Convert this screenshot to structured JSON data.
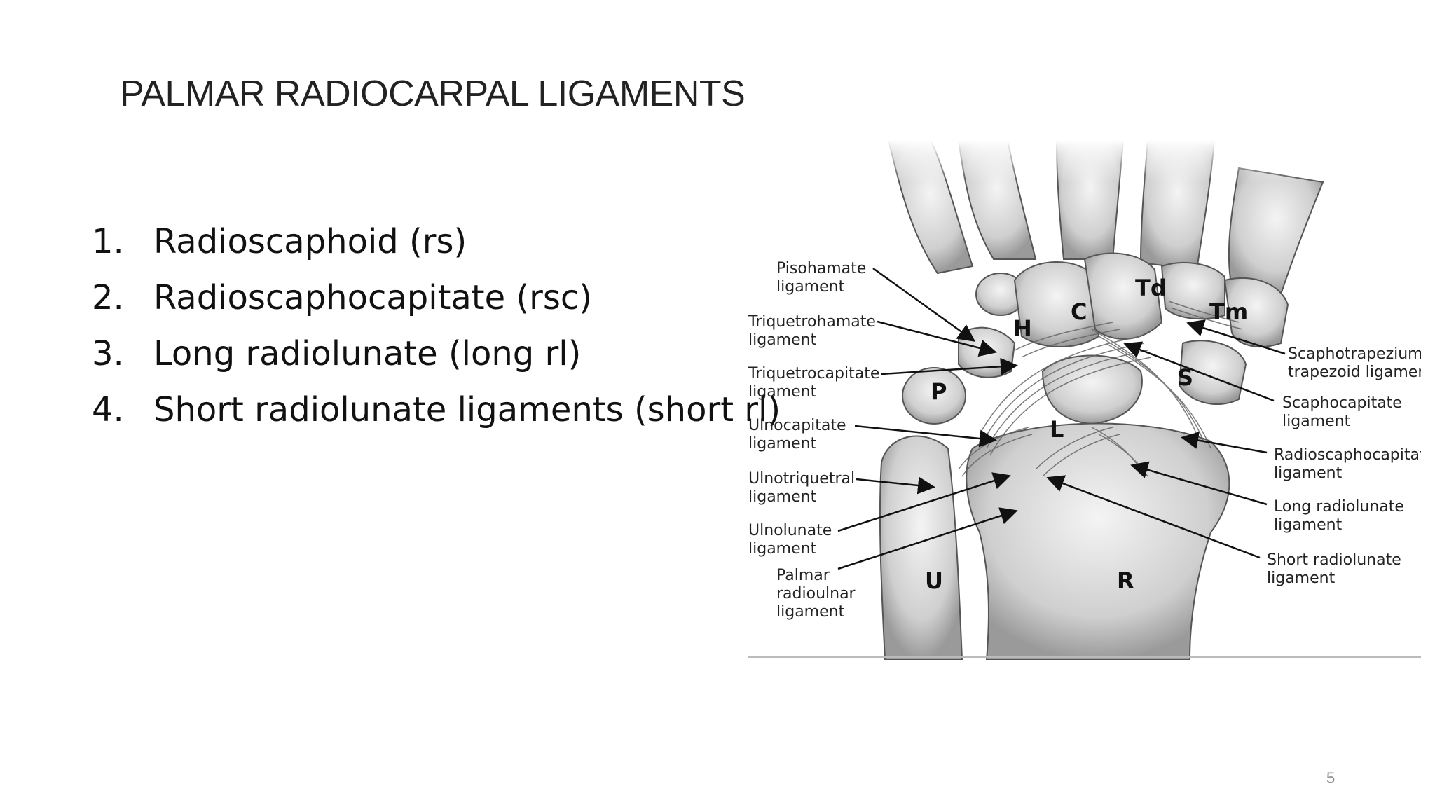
{
  "slide": {
    "title": "PALMAR RADIOCARPAL LIGAMENTS",
    "page_number": "5"
  },
  "list": {
    "items": [
      {
        "number": "1.",
        "text": "Radioscaphoid (rs)"
      },
      {
        "number": "2.",
        "text": "Radioscaphocapitate (rsc)"
      },
      {
        "number": "3.",
        "text": "Long radiolunate (long rl)"
      },
      {
        "number": "4.",
        "text": "Short radiolunate ligaments (short rl)"
      }
    ]
  },
  "figure": {
    "left_labels": [
      {
        "line1": "Pisohamate",
        "line2": "ligament"
      },
      {
        "line1": "Triquetrohamate",
        "line2": "ligament"
      },
      {
        "line1": "Triquetrocapitate",
        "line2": "ligament"
      },
      {
        "line1": "Ulnocapitate",
        "line2": "ligament"
      },
      {
        "line1": "Ulnotriquetral",
        "line2": "ligament"
      },
      {
        "line1": "Ulnolunate",
        "line2": "ligament"
      },
      {
        "line1": "Palmar",
        "line2": "radioulnar",
        "line3": "ligament"
      }
    ],
    "right_labels": [
      {
        "line1": "Scaphotrapezium",
        "line2": "trapezoid ligament"
      },
      {
        "line1": "Scaphocapitate",
        "line2": "ligament"
      },
      {
        "line1": "Radioscaphocapitate",
        "line2": "ligament"
      },
      {
        "line1": "Long radiolunate",
        "line2": "ligament"
      },
      {
        "line1": "Short radiolunate",
        "line2": "ligament"
      }
    ],
    "bones": {
      "H": "H",
      "C": "C",
      "Td": "Td",
      "Tm": "Tm",
      "P": "P",
      "S": "S",
      "L": "L",
      "U": "U",
      "R": "R"
    }
  }
}
